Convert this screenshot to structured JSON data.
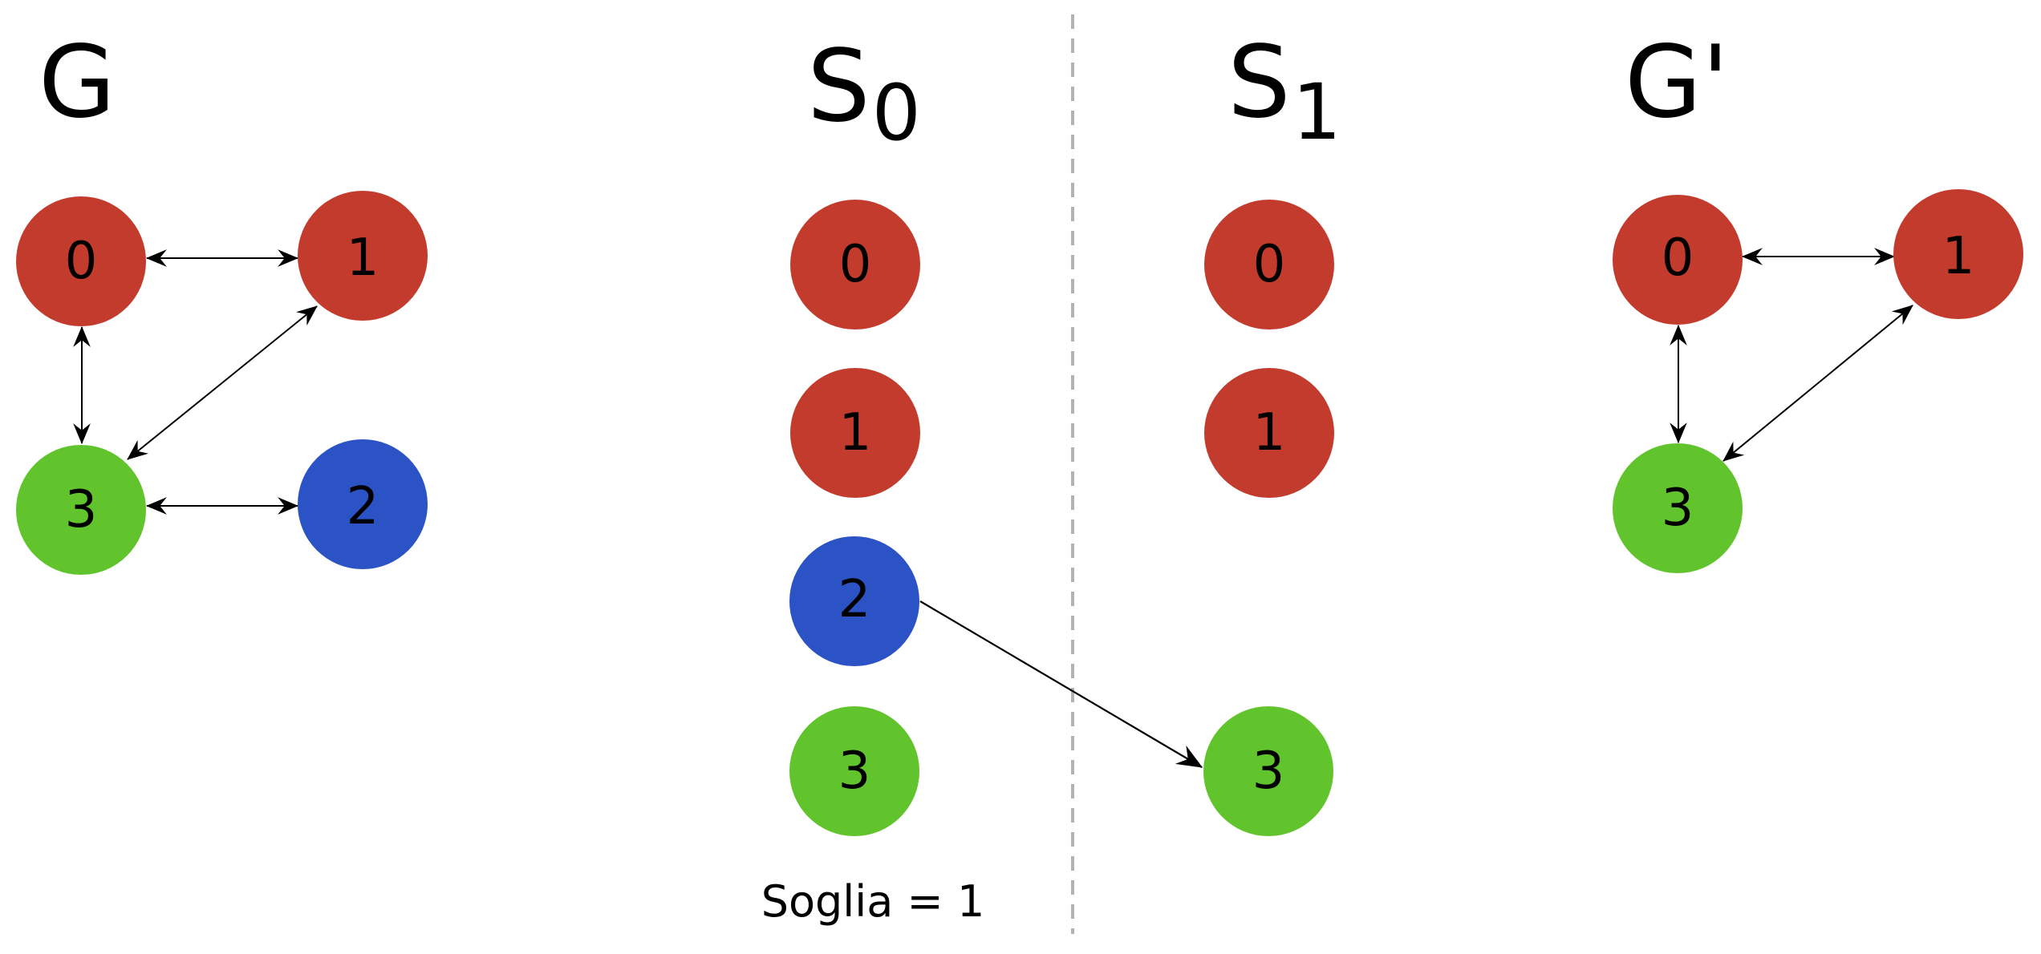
{
  "colors": {
    "red": "#c33b2d",
    "blue": "#2b53c6",
    "green": "#62c42c",
    "edge": "#000000",
    "divider": "#b3b3b3"
  },
  "panels": {
    "G": {
      "title": "G",
      "nodes": [
        {
          "id": "0",
          "label": "0",
          "color": "red"
        },
        {
          "id": "1",
          "label": "1",
          "color": "red"
        },
        {
          "id": "3",
          "label": "3",
          "color": "green"
        },
        {
          "id": "2",
          "label": "2",
          "color": "blue"
        }
      ],
      "edges": [
        {
          "from": "0",
          "to": "1",
          "directed": "both"
        },
        {
          "from": "0",
          "to": "3",
          "directed": "both"
        },
        {
          "from": "1",
          "to": "3",
          "directed": "both"
        },
        {
          "from": "3",
          "to": "2",
          "directed": "both"
        }
      ]
    },
    "S0": {
      "title": "S",
      "subscript": "0",
      "nodes": [
        {
          "id": "0",
          "label": "0",
          "color": "red"
        },
        {
          "id": "1",
          "label": "1",
          "color": "red"
        },
        {
          "id": "2",
          "label": "2",
          "color": "blue"
        },
        {
          "id": "3",
          "label": "3",
          "color": "green"
        }
      ]
    },
    "S1": {
      "title": "S",
      "subscript": "1",
      "nodes": [
        {
          "id": "0",
          "label": "0",
          "color": "red"
        },
        {
          "id": "1",
          "label": "1",
          "color": "red"
        },
        {
          "id": "3",
          "label": "3",
          "color": "green"
        }
      ]
    },
    "Gprime": {
      "title": "G'",
      "nodes": [
        {
          "id": "0",
          "label": "0",
          "color": "red"
        },
        {
          "id": "1",
          "label": "1",
          "color": "red"
        },
        {
          "id": "3",
          "label": "3",
          "color": "green"
        }
      ],
      "edges": [
        {
          "from": "0",
          "to": "1",
          "directed": "both"
        },
        {
          "from": "0",
          "to": "3",
          "directed": "both"
        },
        {
          "from": "1",
          "to": "3",
          "directed": "both"
        }
      ]
    }
  },
  "transfer_edge": {
    "from": "S0 node 2",
    "to": "S1 node 3"
  },
  "caption": "Soglia = 1"
}
